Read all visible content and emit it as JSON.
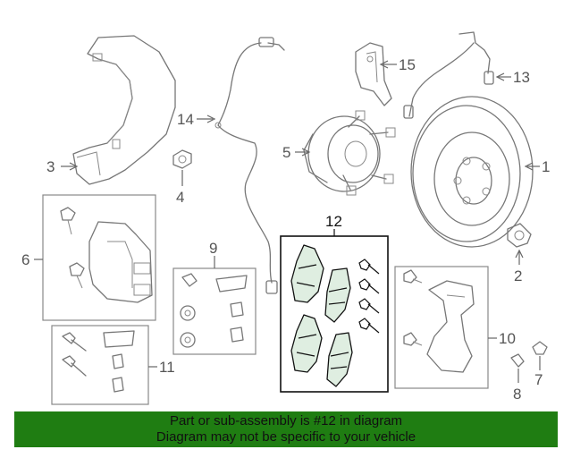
{
  "callouts": {
    "c1": "1",
    "c2": "2",
    "c3": "3",
    "c4": "4",
    "c5": "5",
    "c6": "6",
    "c7": "7",
    "c8": "8",
    "c9": "9",
    "c10": "10",
    "c11": "11",
    "c12": "12",
    "c13": "13",
    "c14": "14",
    "c15": "15"
  },
  "highlighted_part": "12",
  "colors": {
    "banner": "#1f7d12",
    "highlight_fill": "#dfeee1",
    "line": "#777777"
  },
  "banner": {
    "line1": "Part or sub-assembly is #12 in diagram",
    "line2": "Diagram may not be specific to your vehicle"
  }
}
